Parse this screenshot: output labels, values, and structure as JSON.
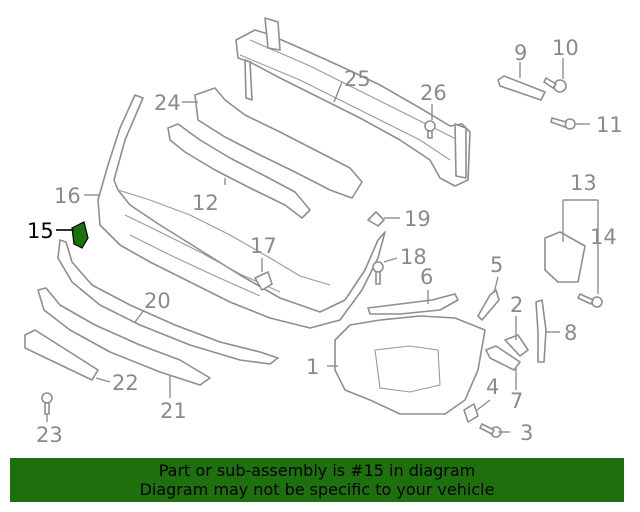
{
  "highlight_color": "#1e6f0e",
  "highlighted_part": "15",
  "callouts": {
    "p1": "1",
    "p2": "2",
    "p3": "3",
    "p4": "4",
    "p5": "5",
    "p6": "6",
    "p7": "7",
    "p8": "8",
    "p9": "9",
    "p10": "10",
    "p11": "11",
    "p12": "12",
    "p13": "13",
    "p14": "14",
    "p15": "15",
    "p16": "16",
    "p17": "17",
    "p18": "18",
    "p19": "19",
    "p20": "20",
    "p21": "21",
    "p22": "22",
    "p23": "23",
    "p24": "24",
    "p25": "25",
    "p26": "26"
  },
  "banner": {
    "line1": "Part or sub-assembly is #15 in diagram",
    "line2": "Diagram may not be specific to your vehicle"
  }
}
